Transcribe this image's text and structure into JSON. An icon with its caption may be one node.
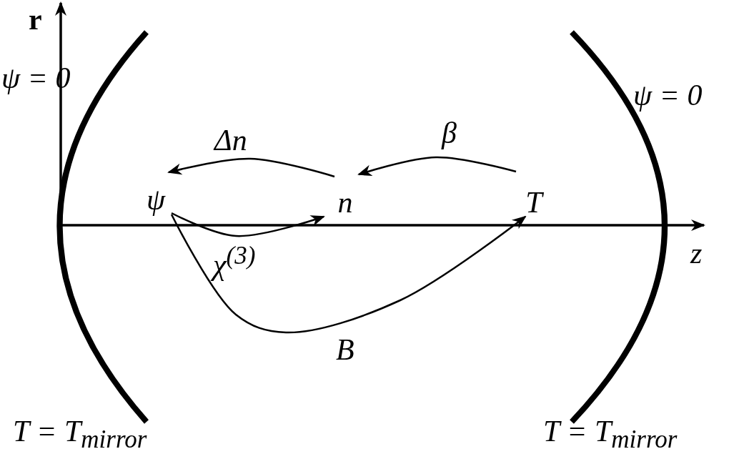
{
  "diagram": {
    "nodes": [
      {
        "text": [
          "ψ"
        ]
      },
      {
        "text": [
          "n"
        ]
      },
      {
        "text": [
          "T"
        ]
      }
    ],
    "edges": [
      {
        "from": 1,
        "to": 0,
        "arrow": "to",
        "label": "Δn"
      },
      {
        "from": 2,
        "to": 1,
        "arrow": "to",
        "label": "β"
      },
      {
        "from": 0,
        "to": 1,
        "arrow": "to",
        "label": "χ$^{(3)}$"
      },
      {
        "from": 0,
        "to": 2,
        "arrow": "to",
        "label": "B"
      }
    ],
    "labels": [
      "r",
      "ψ = 0",
      "ψ = 0",
      "z",
      "T = T$_{mirror}$",
      "T = T$_{mirror}$"
    ]
  }
}
